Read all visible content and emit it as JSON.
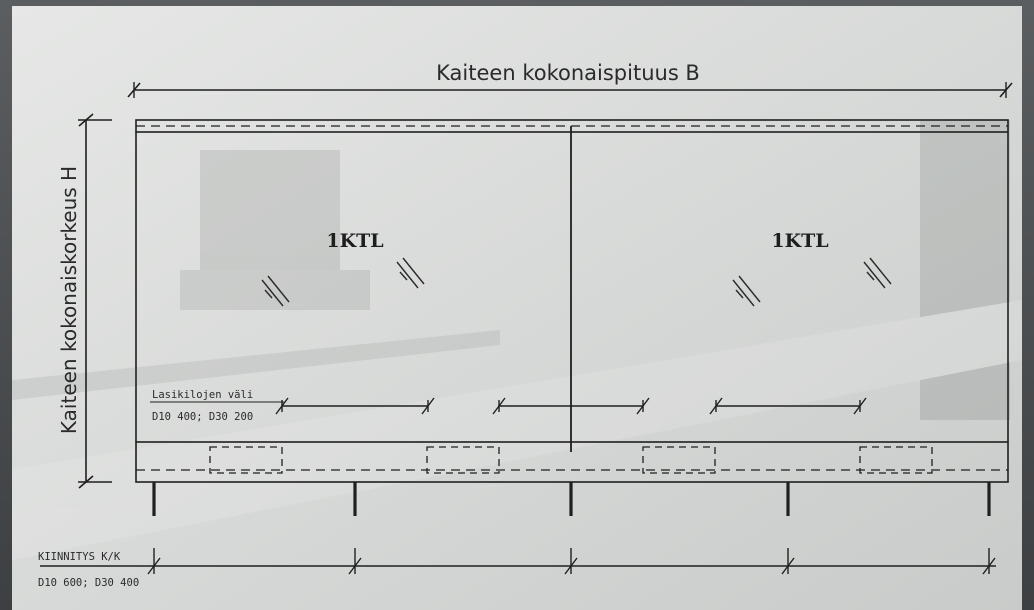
{
  "title": "Kaiteen kokonaispituus B",
  "height_label": "Kaiteen kokonaiskorkeus H",
  "panel_left_label": "1KTL",
  "panel_right_label": "1KTL",
  "spacer_label_line1": "Lasikilojen väli",
  "spacer_label_line2": "D10 400; D30 200",
  "fixing_label_line1": "KIINNITYS K/K",
  "fixing_label_line2": "D10 600; D30 400",
  "colors": {
    "line": "#1f1f1f",
    "paper": "#dcdddc",
    "photo_dark": "#4a4d4f"
  }
}
